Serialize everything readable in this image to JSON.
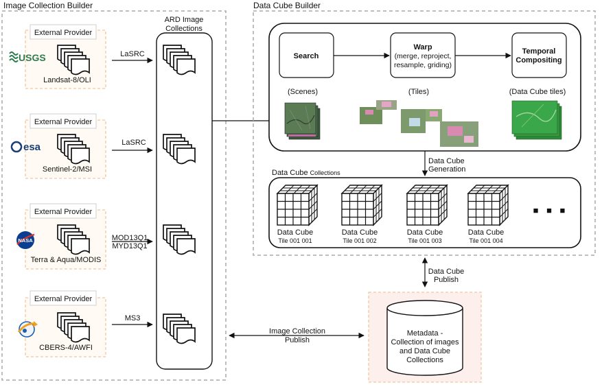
{
  "image_collection_builder": {
    "title": "Image Collection Builder",
    "providers": [
      {
        "header": "External Provider",
        "logo": "USGS",
        "sensor": "Landsat-8/OLI",
        "process": [
          "LaSRC"
        ]
      },
      {
        "header": "External Provider",
        "logo": "esa",
        "sensor": "Sentinel-2/MSI",
        "process": [
          "LaSRC"
        ]
      },
      {
        "header": "External Provider",
        "logo": "NASA",
        "sensor": "Terra & Aqua/MODIS",
        "process": [
          "MOD13Q1",
          "MYD13Q1"
        ]
      },
      {
        "header": "External Provider",
        "logo": "inpe-logo",
        "sensor": "CBERS-4/AWFI",
        "process": [
          "MS3"
        ]
      }
    ],
    "ard": {
      "title_line1": "ARD Image",
      "title_line2": "Collections"
    }
  },
  "data_cube_builder": {
    "title": "Data Cube Builder",
    "steps": {
      "search": "Search",
      "warp_title": "Warp",
      "warp_lines": [
        "(merge, reproject,",
        "resample, griding)"
      ],
      "temporal_line1": "Temporal",
      "temporal_line2": "Compositing"
    },
    "captions": {
      "scenes": "(Scenes)",
      "tiles": "(Tiles)",
      "dc_tiles": "(Data Cube tiles)"
    },
    "generation": {
      "line1": "Data Cube",
      "line2": "Generation"
    },
    "collections": {
      "title_main": "Data Cube",
      "title_small": "Collections",
      "cube_label": "Data Cube",
      "tiles": [
        "Tile 001 001",
        "Tile 001 002",
        "Tile 001 003",
        "Tile 001 004"
      ],
      "more": "■ ■ ■"
    }
  },
  "publish": {
    "dc_line1": "Data Cube",
    "dc_line2": "Publish",
    "ic_line1": "Image Collection",
    "ic_line2": "Publish"
  },
  "metadata": {
    "lines": [
      "Metadata -",
      "Collection of images",
      "and Data Cube",
      "Collections"
    ]
  },
  "colors": {
    "dashed_border": "#a8a8a8",
    "provider_dash": "#f0c8a0",
    "provider_fill": "#fffaf3",
    "metadata_fill": "#fdf0ec",
    "usgs_green": "#2e7d4f",
    "esa_blue": "#1b3f73",
    "nasa_blue": "#0b3d91",
    "nasa_red": "#d6322a",
    "veg_green": "#3aa84a",
    "pink": "#d98ab0"
  }
}
